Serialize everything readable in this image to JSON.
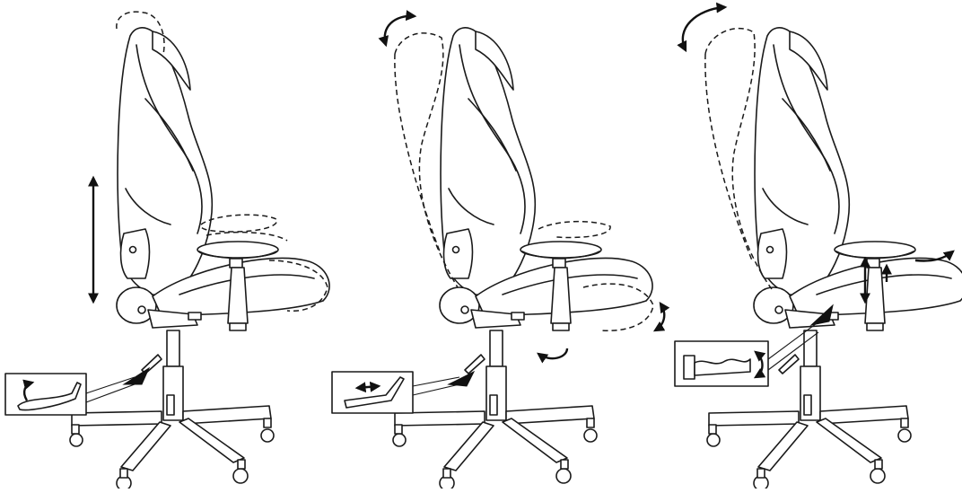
{
  "figure": {
    "panels": [
      {
        "id": "height-adjust",
        "callout_icon": "lever-lift-icon",
        "motion_icon": "vertical-double-arrow-icon"
      },
      {
        "id": "recline-adjust",
        "callout_icon": "lever-push-icon",
        "motion_icon": "curved-rotate-arrow-icon"
      },
      {
        "id": "tilt-lock-adjust",
        "callout_icon": "tilt-knob-icon",
        "motion_icon": "curved-rotate-arrow-icon"
      }
    ],
    "colors": {
      "line": "#1a1a1a",
      "background": "#ffffff"
    }
  }
}
